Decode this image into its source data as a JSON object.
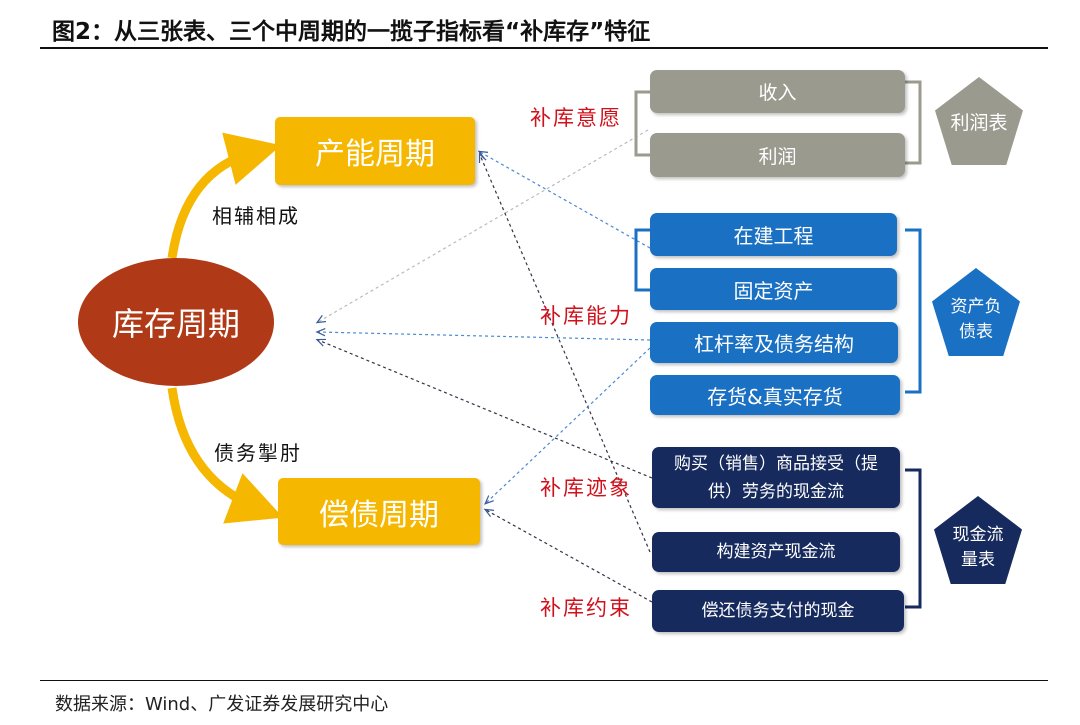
{
  "title": "图2：从三张表、三个中周期的一揽子指标看“补库存”特征",
  "source": "数据来源：Wind、广发证券发展研究中心",
  "center": "库存周期",
  "cycles": {
    "capacity": "产能周期",
    "debt": "偿债周期"
  },
  "relations": {
    "upper": "相辅相成",
    "lower": "债务掣肘"
  },
  "signals": [
    "补库意愿",
    "补库能力",
    "补库迹象",
    "补库约束"
  ],
  "income": {
    "label": "利润表",
    "items": [
      "收入",
      "利润"
    ]
  },
  "balance": {
    "label": "资产负债表",
    "items": [
      "在建工程",
      "固定资产",
      "杠杆率及债务结构",
      "存货&真实存货"
    ]
  },
  "cashflow": {
    "label": "现金流量表",
    "items": [
      "购买（销售）商品接受（提供）劳务的现金流",
      "构建资产现金流",
      "偿还债务支付的现金"
    ]
  },
  "colors": {
    "income": "#9b9a8f",
    "balance": "#1a70c2",
    "cashflow": "#172a5e",
    "cycle": "#f6b700",
    "center": "#b03a17",
    "signal": "#d0101b"
  }
}
